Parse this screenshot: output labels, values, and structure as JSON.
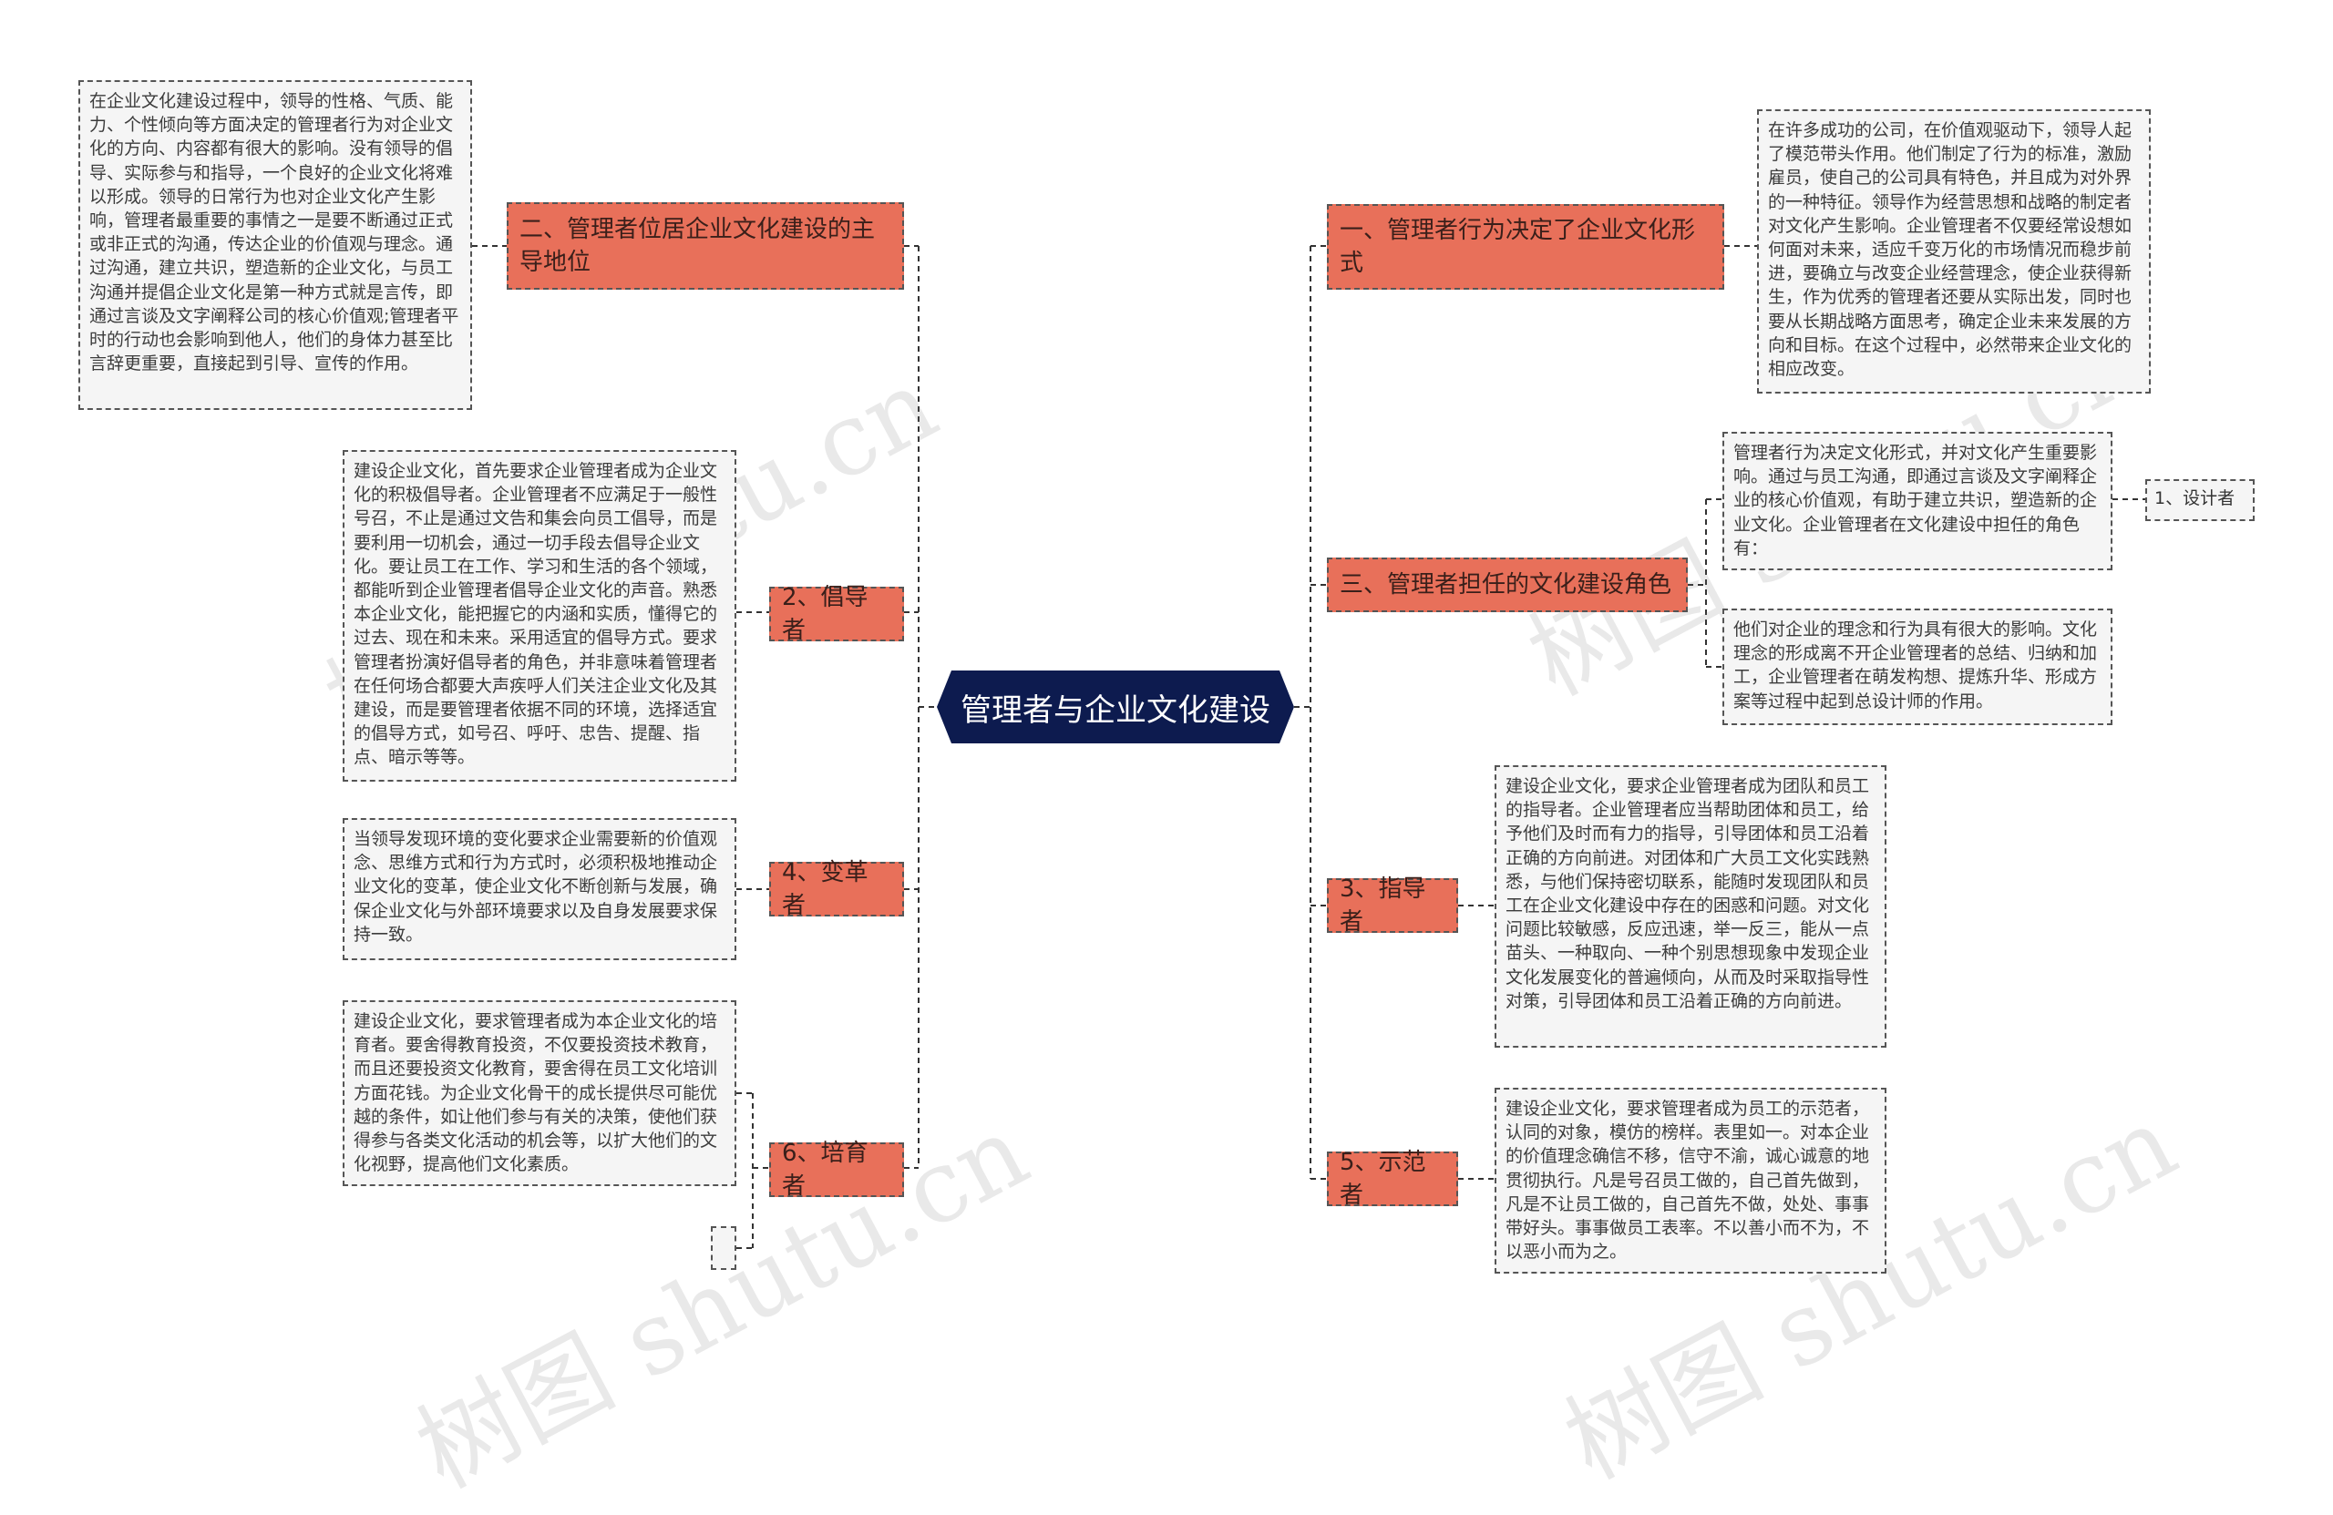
{
  "center": {
    "title": "管理者与企业文化建设"
  },
  "left": {
    "top": {
      "label": "二、管理者位居企业文化建设的主导地位",
      "detail": "在企业文化建设过程中，领导的性格、气质、能力、个性倾向等方面决定的管理者行为对企业文化的方向、内容都有很大的影响。没有领导的倡导、实际参与和指导，一个良好的企业文化将难以形成。领导的日常行为也对企业文化产生影响，管理者最重要的事情之一是要不断通过正式或非正式的沟通，传达企业的价值观与理念。通过沟通，建立共识，塑造新的企业文化，与员工沟通并提倡企业文化是第一种方式就是言传，即通过言谈及文字阐释公司的核心价值观;管理者平时的行动也会影响到他人，他们的身体力甚至比言辞更重要，直接起到引导、宣传的作用。"
    },
    "advocate": {
      "label": "2、倡导者",
      "detail": "建设企业文化，首先要求企业管理者成为企业文化的积极倡导者。企业管理者不应满足于一般性号召，不止是通过文告和集会向员工倡导，而是要利用一切机会，通过一切手段去倡导企业文化。要让员工在工作、学习和生活的各个领域，都能听到企业管理者倡导企业文化的声音。熟悉本企业文化，能把握它的内涵和实质，懂得它的过去、现在和未来。采用适宜的倡导方式。要求管理者扮演好倡导者的角色，并非意味着管理者在任何场合都要大声疾呼人们关注企业文化及其建设，而是要管理者依据不同的环境，选择适宜的倡导方式，如号召、呼吁、忠告、提醒、指点、暗示等等。"
    },
    "reformer": {
      "label": "4、变革者",
      "detail": "当领导发现环境的变化要求企业需要新的价值观念、思维方式和行为方式时，必须积极地推动企业文化的变革，使企业文化不断创新与发展，确保企业文化与外部环境要求以及自身发展要求保持一致。"
    },
    "cultivator": {
      "label": "6、培育者",
      "detail": "建设企业文化，要求管理者成为本企业文化的培育者。要舍得教育投资，不仅要投资技术教育，而且还要投资文化教育，要舍得在员工文化培训方面花钱。为企业文化骨干的成长提供尽可能优越的条件，如让他们参与有关的决策，使他们获得参与各类文化活动的机会等，以扩大他们的文化视野，提高他们文化素质。",
      "empty": ""
    }
  },
  "right": {
    "top": {
      "label": "一、管理者行为决定了企业文化形式",
      "detail": "在许多成功的公司，在价值观驱动下，领导人起了模范带头作用。他们制定了行为的标准，激励雇员，使自己的公司具有特色，并且成为对外界的一种特征。领导作为经营思想和战略的制定者对文化产生影响。企业管理者不仅要经常设想如何面对未来，适应千变万化的市场情况而稳步前进，要确立与改变企业经营理念，使企业获得新生，作为优秀的管理者还要从实际出发，同时也要从长期战略方面思考，确定企业未来发展的方向和目标。在这个过程中，必然带来企业文化的相应改变。"
    },
    "designer_role": {
      "label": "三、管理者担任的文化建设角色",
      "detail1": "管理者行为决定文化形式，并对文化产生重要影响。通过与员工沟通，即通过言谈及文字阐释企业的核心价值观，有助于建立共识，塑造新的企业文化。企业管理者在文化建设中担任的角色有：",
      "detail1_child": "1、设计者",
      "detail2": "他们对企业的理念和行为具有很大的影响。文化理念的形成离不开企业管理者的总结、归纳和加工，企业管理者在萌发构想、提炼升华、形成方案等过程中起到总设计师的作用。"
    },
    "guide": {
      "label": "3、指导者",
      "detail": "建设企业文化，要求企业管理者成为团队和员工的指导者。企业管理者应当帮助团体和员工，给予他们及时而有力的指导，引导团体和员工沿着正确的方向前进。对团体和广大员工文化实践熟悉，与他们保持密切联系，能随时发现团队和员工在企业文化建设中存在的困惑和问题。对文化问题比较敏感，反应迅速，举一反三，能从一点苗头、一种取向、一种个别思想现象中发现企业文化发展变化的普遍倾向，从而及时采取指导性对策，引导团体和员工沿着正确的方向前进。"
    },
    "exemplar": {
      "label": "5、示范者",
      "detail": "建设企业文化，要求管理者成为员工的示范者，认同的对象，模仿的榜样。表里如一。对本企业的价值理念确信不移，信守不渝，诚心诚意的地贯彻执行。凡是号召员工做的，自己首先做到，凡是不让员工做的，自己首先不做，处处、事事带好头。事事做员工表率。不以善小而不为，不以恶小而为之。"
    }
  },
  "watermark": "树图 shutu.cn",
  "colors": {
    "root_fill": "#0d1b4f",
    "node_fill": "#e8705a",
    "note_fill": "#f5f5f5",
    "line": "#333333"
  }
}
